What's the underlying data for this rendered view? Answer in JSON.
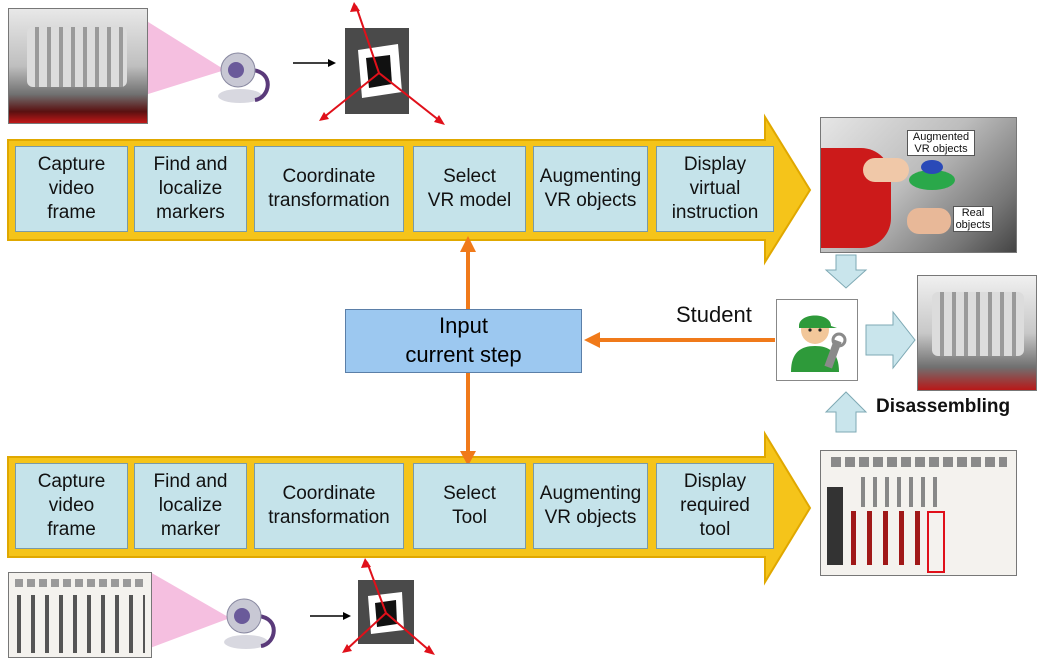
{
  "top_pipeline": {
    "steps": [
      {
        "label": "Capture\nvideo\nframe"
      },
      {
        "label": "Find and\nlocalize\nmarkers"
      },
      {
        "label": "Coordinate\ntransformation"
      },
      {
        "label": "Select\nVR model"
      },
      {
        "label": "Augmenting\nVR objects"
      },
      {
        "label": "Display\nvirtual\ninstruction"
      }
    ]
  },
  "bottom_pipeline": {
    "steps": [
      {
        "label": "Capture\nvideo\nframe"
      },
      {
        "label": "Find and\nlocalize\nmarker"
      },
      {
        "label": "Coordinate\ntransformation"
      },
      {
        "label": "Select\nTool"
      },
      {
        "label": "Augmenting\nVR objects"
      },
      {
        "label": "Display\nrequired\ntool"
      }
    ]
  },
  "center": {
    "input_label": "Input\ncurrent step",
    "student_label": "Student",
    "disassembling_label": "Disassembling"
  },
  "photos": {
    "augmented_label": "Augmented\nVR objects",
    "real_label": "Real\nobjects"
  },
  "colors": {
    "arrow_fill": "#f5c41a",
    "arrow_stroke": "#e0a800",
    "step_fill": "#c5e3ea",
    "input_fill": "#9cc8f0",
    "connector": "#f07a1a",
    "light_arrow": "#c9e5ec",
    "marker_axis": "#e0101a"
  }
}
